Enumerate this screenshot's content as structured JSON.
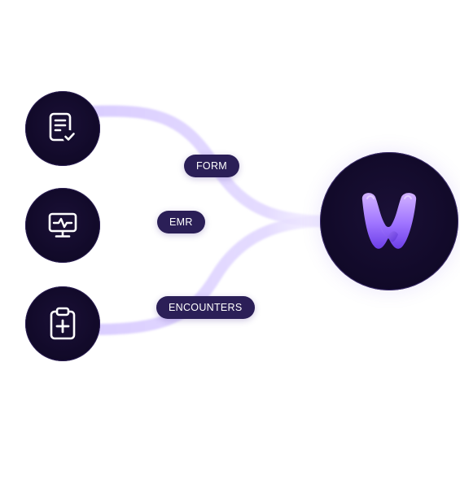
{
  "diagram": {
    "sources": [
      {
        "id": "form",
        "icon": "form-check-icon",
        "label": "FORM"
      },
      {
        "id": "emr",
        "icon": "monitor-vitals-icon",
        "label": "EMR"
      },
      {
        "id": "encounters",
        "icon": "clipboard-plus-icon",
        "label": "ENCOUNTERS"
      }
    ],
    "hub": {
      "icon": "w-logo-icon"
    },
    "colors": {
      "node_fill": "#120a2a",
      "flow": "#d9ccff",
      "pill_fill": "#2b1f57",
      "pill_text": "#ffffff",
      "logo_light": "#c8a4ff",
      "logo_dark": "#7b4df0"
    }
  }
}
